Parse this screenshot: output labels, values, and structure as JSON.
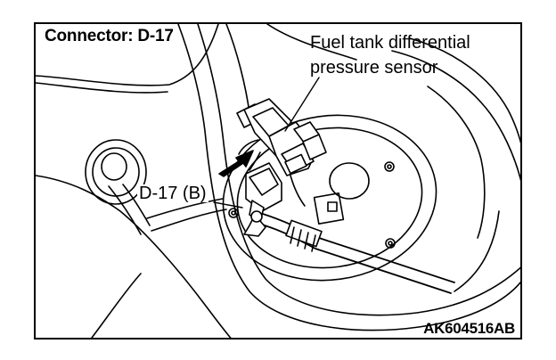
{
  "diagram": {
    "connector_title": "Connector: D-17",
    "sensor_label_line1": "Fuel tank differential",
    "sensor_label_line2": "pressure sensor",
    "callout_label": "D-17 (B)",
    "figure_code": "AK604516AB"
  }
}
